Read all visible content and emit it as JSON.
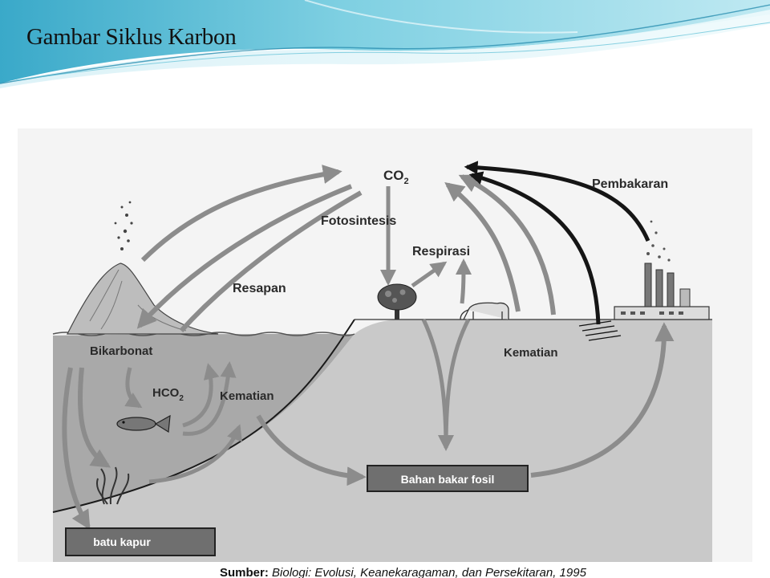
{
  "slide": {
    "title": "Gambar Siklus Karbon"
  },
  "diagram": {
    "labels": {
      "co2": "CO",
      "co2_sub": "2",
      "fotosintesis": "Fotosintesis",
      "respirasi": "Respirasi",
      "resapan": "Resapan",
      "pembakaran": "Pembakaran",
      "bikarbonat": "Bikarbonat",
      "hco2": "HCO",
      "hco2_sub": "2",
      "kematian_sea": "Kematian",
      "kematian_land": "Kematian",
      "bahan_bakar_fosil": "Bahan bakar fosil",
      "batu_kapur": "batu kapur"
    },
    "source": {
      "prefix": "Sumber:",
      "text": " Biologi: Evolusi, Keanekaragaman, dan Persekitaran, 1995"
    }
  },
  "colors": {
    "sea": "#a8a8a8",
    "land": "#c9c9c9",
    "sky": "#f4f4f4",
    "arrow_gray": "#8c8c8c",
    "arrow_dark": "#151515",
    "box_fill": "#6f6f6f",
    "header_teal": "#4fb6cf"
  }
}
